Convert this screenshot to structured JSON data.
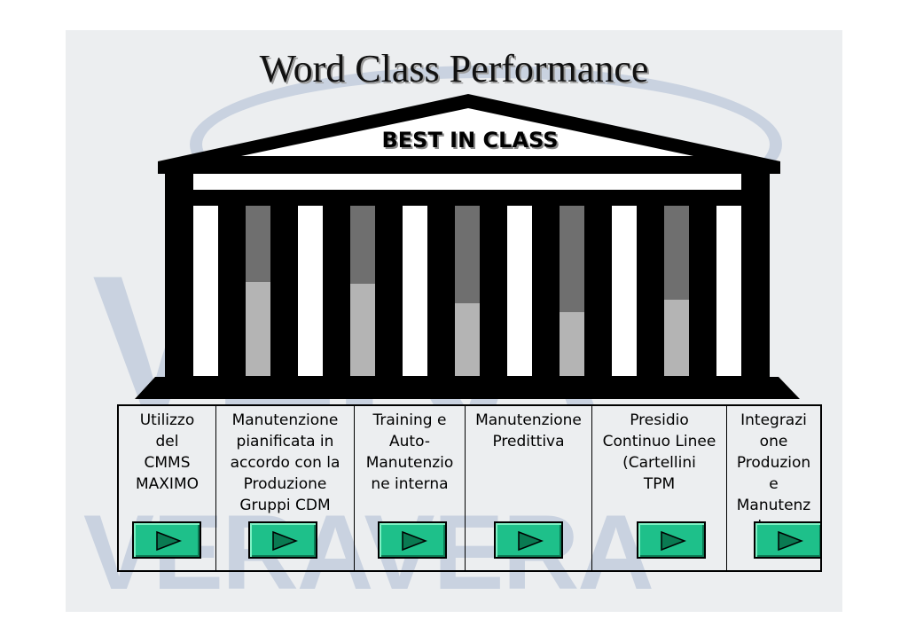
{
  "slide": {
    "title": "Word Class Performance",
    "pediment_label": "BEST IN CLASS"
  },
  "colors": {
    "button_green": "#1ec08a",
    "column_gray_dark": "#6f6f6f",
    "column_gray_light": "#b4b4b4"
  },
  "cells": [
    {
      "lines": [
        "Utilizzo",
        "del",
        "CMMS",
        "MAXIMO"
      ]
    },
    {
      "lines": [
        "Manutenzione",
        "pianificata in",
        "accordo con la",
        "Produzione",
        "Gruppi CDM"
      ]
    },
    {
      "lines": [
        "Training e",
        "Auto-",
        "Manutenzio",
        "ne interna"
      ]
    },
    {
      "lines": [
        "Manutenzione",
        "Predittiva"
      ]
    },
    {
      "lines": [
        "Presidio",
        "Continuo Linee",
        "(Cartellini",
        "TPM"
      ]
    },
    {
      "lines": [
        "Integrazi",
        "one",
        "Produzion",
        "e",
        "Manutenz",
        "ione"
      ]
    }
  ]
}
